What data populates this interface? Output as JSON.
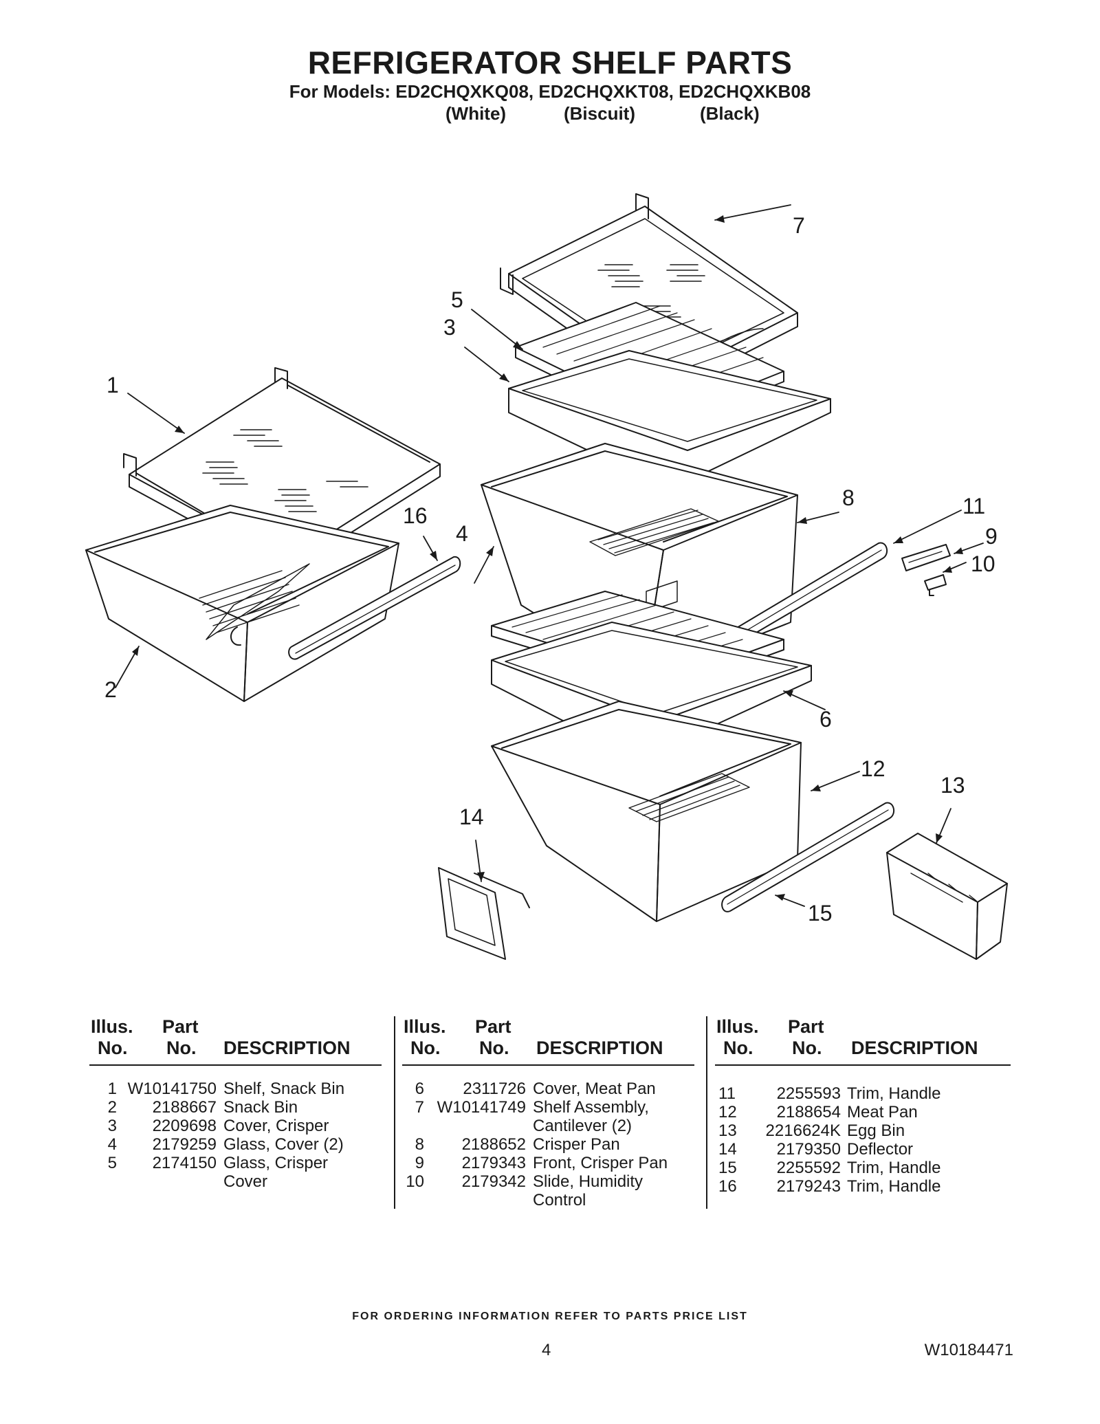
{
  "header": {
    "title": "REFRIGERATOR SHELF PARTS",
    "models_line": "For Models: ED2CHQXKQ08, ED2CHQXKT08, ED2CHQXKB08",
    "colors": [
      "(White)",
      "(Biscuit)",
      "(Black)"
    ]
  },
  "diagram": {
    "callouts": [
      "1",
      "2",
      "3",
      "4",
      "5",
      "6",
      "7",
      "8",
      "9",
      "10",
      "11",
      "12",
      "13",
      "14",
      "15",
      "16"
    ]
  },
  "table": {
    "headers": {
      "illus_top": "Illus.",
      "illus_bottom": "No.",
      "part_top": "Part",
      "part_bottom": "No.",
      "description": "DESCRIPTION"
    },
    "columns": [
      {
        "rows": [
          {
            "no": "1",
            "part": "W10141750",
            "desc": [
              "Shelf, Snack Bin"
            ]
          },
          {
            "no": "2",
            "part": "2188667",
            "desc": [
              "Snack Bin"
            ]
          },
          {
            "no": "3",
            "part": "2209698",
            "desc": [
              "Cover, Crisper"
            ]
          },
          {
            "no": "4",
            "part": "2179259",
            "desc": [
              "Glass, Cover (2)"
            ]
          },
          {
            "no": "5",
            "part": "2174150",
            "desc": [
              "Glass, Crisper",
              "Cover"
            ]
          }
        ]
      },
      {
        "rows": [
          {
            "no": "6",
            "part": "2311726",
            "desc": [
              "Cover, Meat Pan"
            ]
          },
          {
            "no": "7",
            "part": "W10141749",
            "desc": [
              "Shelf Assembly,",
              "Cantilever (2)"
            ]
          },
          {
            "no": "8",
            "part": "2188652",
            "desc": [
              "Crisper Pan"
            ]
          },
          {
            "no": "9",
            "part": "2179343",
            "desc": [
              "Front, Crisper Pan"
            ]
          },
          {
            "no": "10",
            "part": "2179342",
            "desc": [
              "Slide, Humidity",
              "Control"
            ]
          }
        ]
      },
      {
        "rows": [
          {
            "no": "11",
            "part": "2255593",
            "desc": [
              "Trim, Handle"
            ]
          },
          {
            "no": "12",
            "part": "2188654",
            "desc": [
              "Meat Pan"
            ]
          },
          {
            "no": "13",
            "part": "2216624K",
            "desc": [
              "Egg Bin"
            ]
          },
          {
            "no": "14",
            "part": "2179350",
            "desc": [
              "Deflector"
            ]
          },
          {
            "no": "15",
            "part": "2255592",
            "desc": [
              "Trim, Handle"
            ]
          },
          {
            "no": "16",
            "part": "2179243",
            "desc": [
              "Trim, Handle"
            ]
          }
        ]
      }
    ]
  },
  "footer": {
    "ordering_note": "FOR ORDERING INFORMATION REFER TO PARTS PRICE LIST",
    "page_number": "4",
    "document_number": "W10184471"
  }
}
